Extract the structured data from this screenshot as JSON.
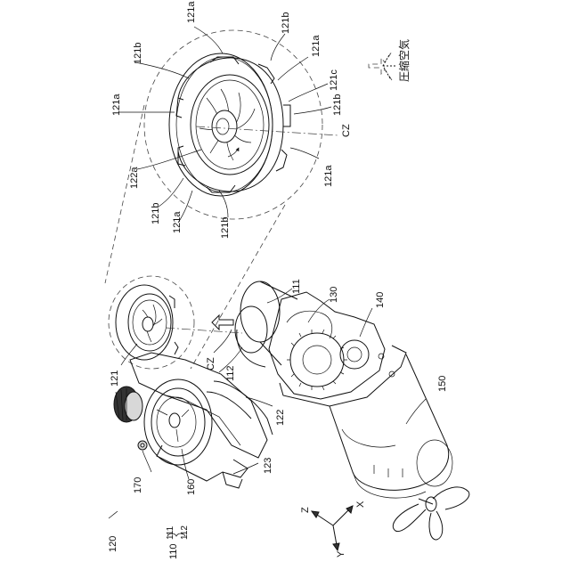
{
  "labels": {
    "compressed_air": "圧縮空気",
    "l121a_top": "121a",
    "l121b_top": "121b",
    "l121b_upperleft": "121b",
    "l121a_right1": "121a",
    "l121c": "121c",
    "l121b_right": "121b",
    "cz_top": "CZ",
    "l121a_left": "121a",
    "l121a_right2": "121a",
    "l122a": "122a",
    "l121b_left": "121b",
    "l121a_bottomleft": "121a",
    "l121b_bottom": "121b",
    "l111": "111",
    "l130": "130",
    "l140": "140",
    "l121": "121",
    "cz_mid": "CZ",
    "l112": "112",
    "l150": "150",
    "l122": "122",
    "l123": "123",
    "l170": "170",
    "l160": "160",
    "l120": "120",
    "l110": "110",
    "l111_legend": "111",
    "l112_legend": "112",
    "axis_z": "Z",
    "axis_x": "X",
    "axis_y": "Y"
  }
}
